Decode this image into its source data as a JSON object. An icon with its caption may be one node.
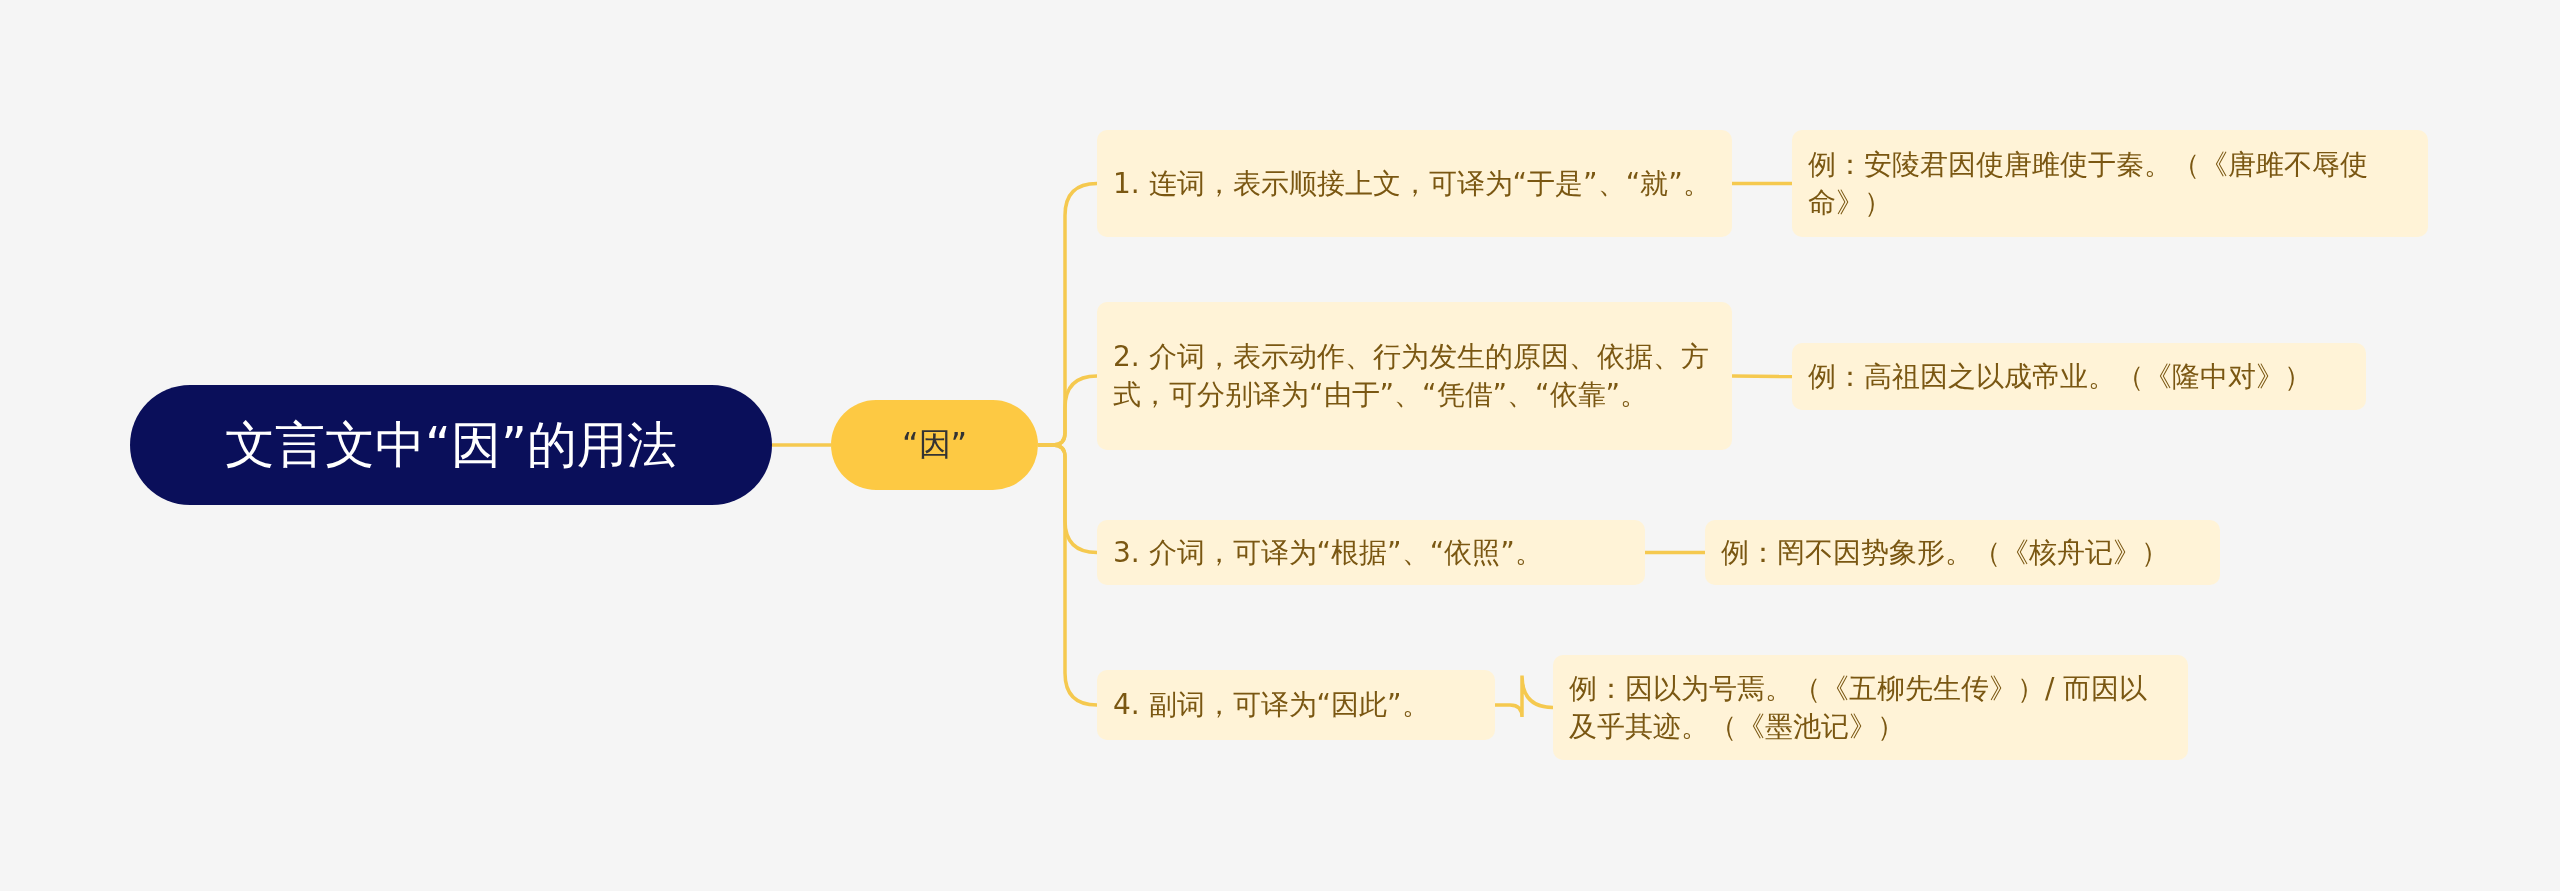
{
  "diagram": {
    "nodes": [
      {
        "text": [
          "文言文中“因”的用法"
        ]
      },
      {
        "text": [
          "“因”"
        ]
      },
      {
        "text": [
          "1. 连词，表示顺接上文，可译为“于是”、“就”。"
        ]
      },
      {
        "text": [
          "例：安陵君因使唐雎使于秦。（《唐雎不辱使命》）"
        ]
      },
      {
        "text": [
          "2. 介词，表示动作、行为发生的原因、依据、方式，可分别译为“由于”、“凭借”、“依靠”。"
        ]
      },
      {
        "text": [
          "例：高祖因之以成帝业。（《隆中对》）"
        ]
      },
      {
        "text": [
          "3. 介词，可译为“根据”、“依照”。"
        ]
      },
      {
        "text": [
          "例：罔不因势象形。（《核舟记》）"
        ]
      },
      {
        "text": [
          "4. 副词，可译为“因此”。"
        ]
      },
      {
        "text": [
          "例：因以为号焉。（《五柳先生传》）/ 而因以及乎其迹。（《墨池记》）"
        ]
      }
    ],
    "edges": [
      {
        "from": 0,
        "to": 1,
        "arrow": "none"
      },
      {
        "from": 1,
        "to": 2,
        "arrow": "none"
      },
      {
        "from": 1,
        "to": 4,
        "arrow": "none"
      },
      {
        "from": 1,
        "to": 6,
        "arrow": "none"
      },
      {
        "from": 1,
        "to": 8,
        "arrow": "none"
      },
      {
        "from": 2,
        "to": 3,
        "arrow": "none"
      },
      {
        "from": 4,
        "to": 5,
        "arrow": "none"
      },
      {
        "from": 6,
        "to": 7,
        "arrow": "none"
      },
      {
        "from": 8,
        "to": 9,
        "arrow": "none"
      }
    ]
  }
}
